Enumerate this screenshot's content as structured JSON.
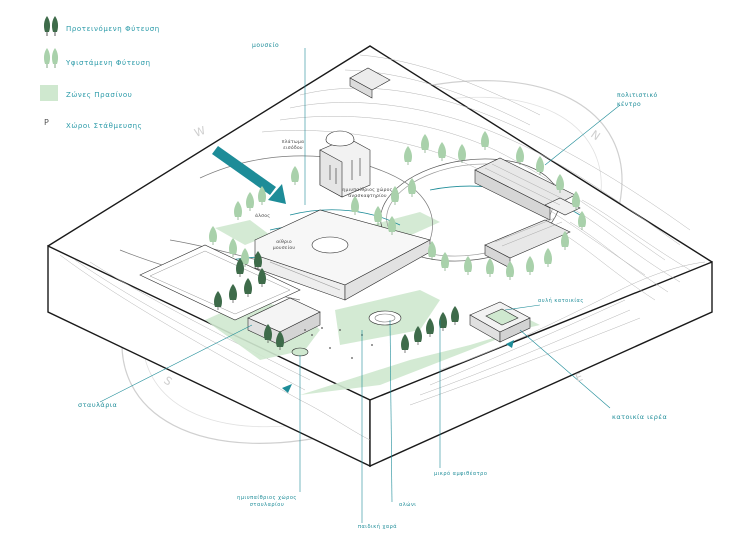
{
  "legend": {
    "proposed_vegetation": "Προτεινόμενη Φύτευση",
    "existing_vegetation": "Υφιστάμενη Φύτευση",
    "green_zones": "Ζώνες Πρασίνου",
    "parking": "Χώροι Στάθμευσης",
    "parking_symbol": "P"
  },
  "colors": {
    "dark_tree": "#3e6b4a",
    "light_tree": "#a9d1ab",
    "green_zone": "#cfe8cf",
    "accent": "#1d8c98",
    "line": "#2b2b2b"
  },
  "callouts": {
    "museum": "μουσείο",
    "cultural_center": "πολιτιστικό κέντρο",
    "dwelling_yard": "αυλή κατοικίας",
    "priest_house": "κατοικία ιερέα",
    "stables": "σταυλάρια",
    "small_amphitheatre": "μικρό αμφιθέατρο",
    "threshing_floor": "αλώνι",
    "playground": "παιδική χαρά",
    "semi_outdoor_stables": "ημιυπαίθριος χώρος σταυλαρίου"
  },
  "inner_labels": {
    "entrance_square": "πλάτωμα εισόδου",
    "semi_outdoor_reconstruction": "ημιυπαίθριος χώρος ανασκαφτηρίου",
    "grove": "άλσος",
    "museum_atrium": "αίθριο μουσείου"
  },
  "compass": {
    "n": "N",
    "w": "W",
    "s": "S",
    "e": "E"
  }
}
